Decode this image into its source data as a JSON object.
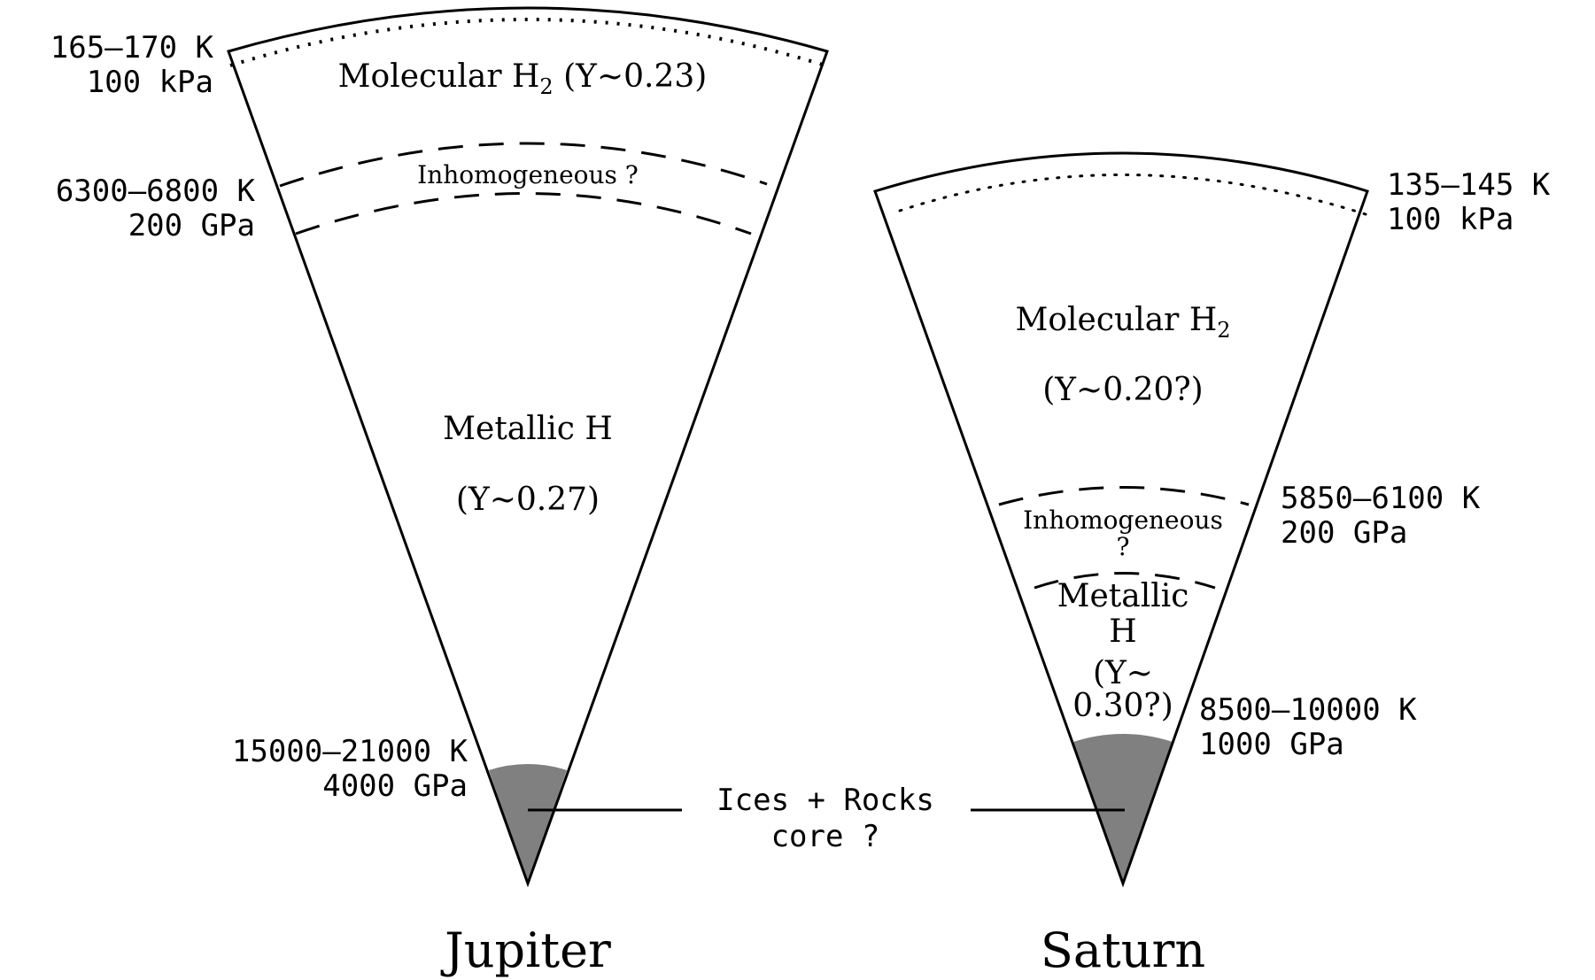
{
  "colors": {
    "core_fill": "#808080",
    "line": "#000000",
    "background": "#ffffff"
  },
  "jupiter": {
    "name": "Jupiter",
    "surface": {
      "temp": "165–170 K",
      "pressure": "100 kPa"
    },
    "transition": {
      "temp": "6300–6800 K",
      "pressure": "200 GPa"
    },
    "core_boundary": {
      "temp": "15000–21000 K",
      "pressure": "4000 GPa"
    },
    "layers": {
      "molecular": {
        "label": "Molecular H",
        "sub": "2",
        "suffix": " (Y~0.23)"
      },
      "inhomogeneous": "Inhomogeneous ?",
      "metallic": "Metallic H",
      "metallic_y": "(Y~0.27)"
    }
  },
  "saturn": {
    "name": "Saturn",
    "surface": {
      "temp": "135–145 K",
      "pressure": "100 kPa"
    },
    "transition": {
      "temp": "5850–6100 K",
      "pressure": "200 GPa"
    },
    "core_boundary": {
      "temp": "8500–10000 K",
      "pressure": "1000 GPa"
    },
    "layers": {
      "molecular": {
        "label": "Molecular H",
        "sub": "2"
      },
      "molecular_y": "(Y~0.20?)",
      "inhomogeneous": "Inhomogeneous",
      "inhomogeneous_q": "?",
      "metallic_1": "Metallic",
      "metallic_2": "H",
      "metallic_y1": "(Y~",
      "metallic_y2": "0.30?)"
    }
  },
  "core": {
    "line1": "Ices + Rocks",
    "line2": "core ?"
  }
}
